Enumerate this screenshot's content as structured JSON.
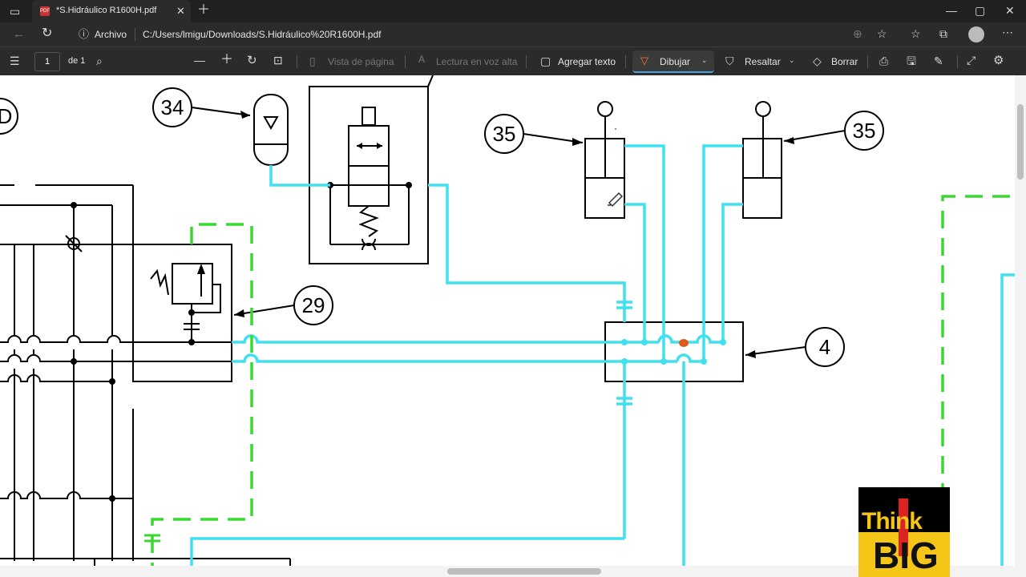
{
  "browser": {
    "tab_title": "*S.Hidráulico R1600H.pdf",
    "pdf_badge": "PDF",
    "address_label": "Archivo",
    "url": "C:/Users/lmigu/Downloads/S.Hidráulico%20R1600H.pdf"
  },
  "pdf_toolbar": {
    "page_current": "1",
    "page_total_label": "de 1",
    "page_view_label": "Vista de página",
    "read_aloud_label": "Lectura en voz alta",
    "add_text_label": "Agregar texto",
    "draw_label": "Dibujar",
    "highlight_label": "Resaltar",
    "erase_label": "Borrar"
  },
  "diagram": {
    "labels": {
      "c34": "34",
      "c35a": "35",
      "c35b": "35",
      "c29": "29",
      "c4": "4",
      "cD": "D"
    },
    "colors": {
      "hydraulic_line": "#3fe0ef",
      "pilot_line": "#39d830",
      "marker": "#e05a1a",
      "ink": "#000000"
    }
  },
  "logo": {
    "line1": "Think",
    "line2": "BIG"
  },
  "icons": [
    "tabs-icon",
    "close-icon",
    "plus-icon",
    "back-icon",
    "refresh-icon",
    "info-icon",
    "zoom-icon",
    "star-add-icon",
    "favorites-icon",
    "collections-icon",
    "profile-icon",
    "more-icon",
    "contents-icon",
    "search-icon",
    "minus-icon",
    "rotate-icon",
    "fit-icon",
    "page-view-icon",
    "read-aloud-icon",
    "add-text-icon",
    "draw-icon",
    "chevron-down-icon",
    "highlight-icon",
    "erase-icon",
    "print-icon",
    "save-icon",
    "save-as-icon",
    "fullscreen-icon",
    "settings-icon",
    "window-minimize-icon",
    "window-maximize-icon",
    "window-close-icon",
    "pencil-cursor-icon"
  ]
}
